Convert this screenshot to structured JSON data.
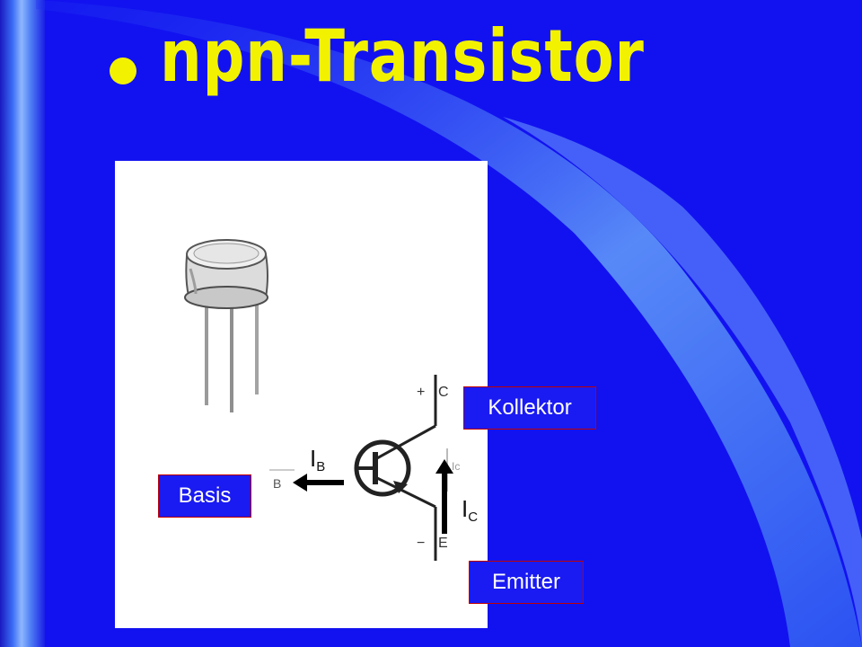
{
  "title": "npn-Transistor",
  "labels": {
    "collector": "Kollektor",
    "base": "Basis",
    "emitter": "Emitter"
  },
  "currents": {
    "base": {
      "symbol": "I",
      "subscript": "B"
    },
    "collector": {
      "symbol": "I",
      "subscript": "C"
    }
  },
  "schematic": {
    "terminal_c": "C",
    "terminal_b": "B",
    "terminal_e": "E",
    "plus": "+",
    "minus": "−",
    "small_current": "Ic"
  },
  "colors": {
    "background": "#1212f0",
    "title": "#f2f200",
    "label_box": "#1a1af2",
    "label_border": "#c00000"
  },
  "icons": [
    "bullet-icon",
    "transistor-photo",
    "transistor-symbol-icon",
    "arrow-icon"
  ]
}
